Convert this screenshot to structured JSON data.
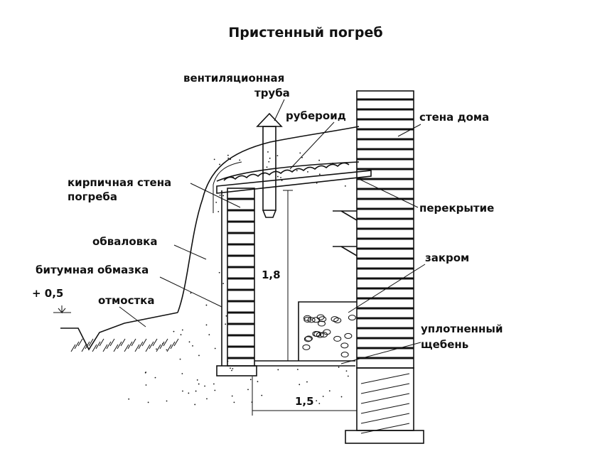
{
  "title": "Пристенный погреб",
  "labels": {
    "vent_pipe_1": "вентиляционная",
    "vent_pipe_2": "труба",
    "roofing_felt": "рубероид",
    "house_wall": "стена дома",
    "cellar_wall_1": "кирпичная стена",
    "cellar_wall_2": "погреба",
    "slab": "перекрытие",
    "embankment": "обваловка",
    "bin": "закром",
    "bitumen": "битумная обмазка",
    "level": "+ 0,5",
    "blind_area": "отмостка",
    "gravel_1": "уплотненный",
    "gravel_2": "щебень"
  },
  "dimensions": {
    "height": "1,8",
    "width": "1,5"
  }
}
